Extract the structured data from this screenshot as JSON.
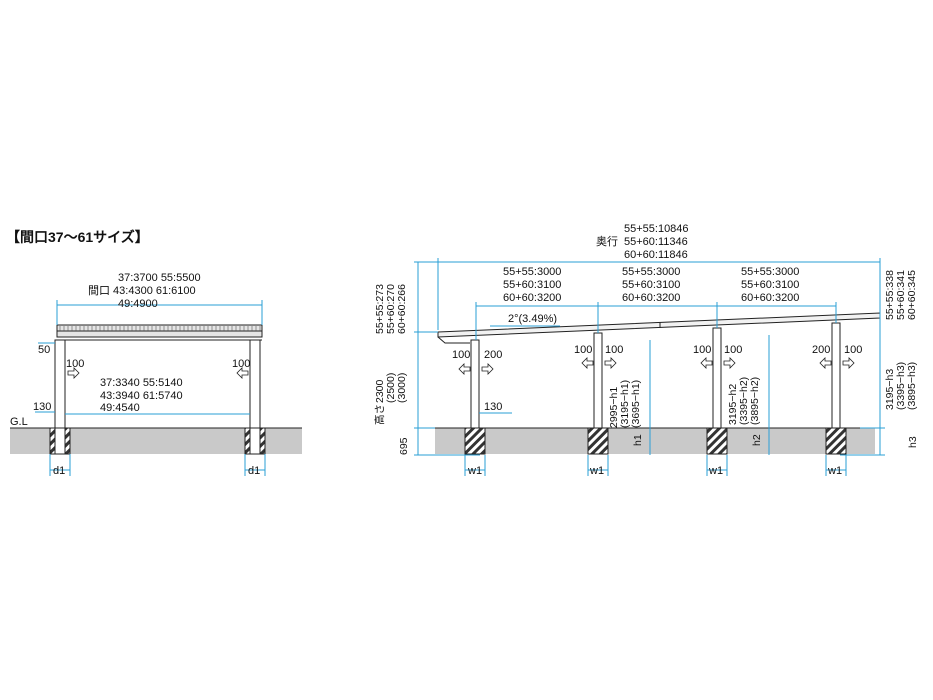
{
  "title": "【間口37～61サイズ】",
  "front": {
    "width_line1": "37:3700  55:5500",
    "width_line2": "間口 43:4300  61:6100",
    "width_line3": "49:4900",
    "inner_line1": "37:3340  55:5140",
    "inner_line2": "43:3940  61:5740",
    "inner_line3": "49:4540",
    "dim_50": "50",
    "dim_100_left": "100",
    "dim_100_right": "100",
    "dim_130": "130",
    "gl": "G.L",
    "d1_left": "d1",
    "d1_right": "d1"
  },
  "side": {
    "depth_label": "奥行",
    "depth_1": "55+55:10846",
    "depth_2": "55+60:11346",
    "depth_3": "60+60:11846",
    "span_a": [
      "55+55:3000",
      "55+60:3100",
      "60+60:3200"
    ],
    "span_b": [
      "55+55:3000",
      "55+60:3100",
      "60+60:3200"
    ],
    "span_c": [
      "55+55:3000",
      "55+60:3100",
      "60+60:3200"
    ],
    "left_top": [
      "55+55:273",
      "55+60:270",
      "60+60:266"
    ],
    "right_top": [
      "55+55:338",
      "55+60:341",
      "60+60:345"
    ],
    "slope": "2°(3.49%)",
    "height_label": "高さ",
    "height_vals": [
      "2300",
      "(2500)",
      "(3000)"
    ],
    "depth_695": "695",
    "post1_left": "100",
    "post1_right": "200",
    "post1_bottom": "130",
    "post2_left": "100",
    "post2_right": "100",
    "post3_left": "100",
    "post3_right": "100",
    "post4_left": "200",
    "post4_right": "100",
    "h1_vals": [
      "2995−h1",
      "(3195−h1)",
      "(3695−h1)"
    ],
    "h2_vals": [
      "3195−h2",
      "(3395−h2)",
      "(3895−h2)"
    ],
    "h3_vals": [
      "3195−h3",
      "(3395−h3)",
      "(3895−h3)"
    ],
    "h1": "h1",
    "h2": "h2",
    "h3": "h3",
    "w1": [
      "w1",
      "w1",
      "w1",
      "w1"
    ]
  }
}
